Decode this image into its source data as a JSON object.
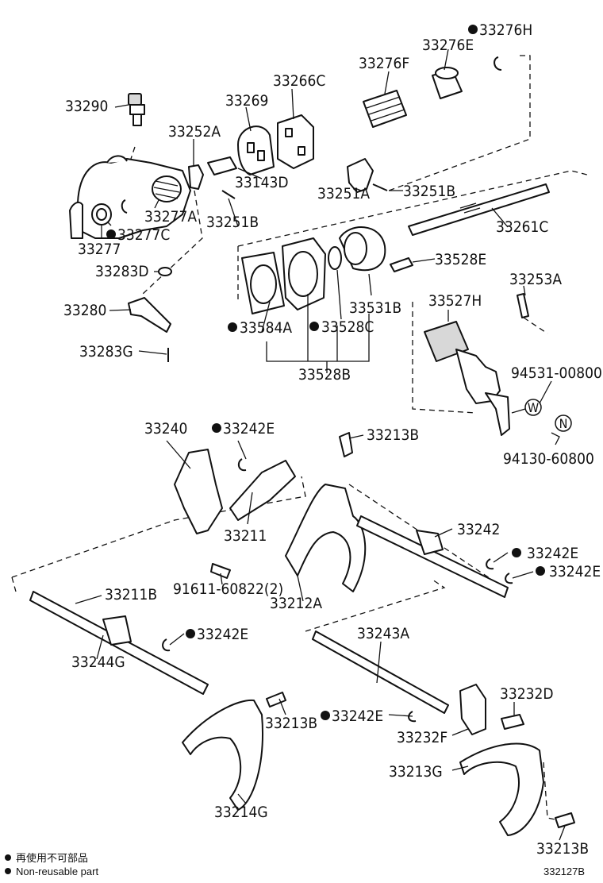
{
  "labels": {
    "p33276H": "33276H",
    "p33276E": "33276E",
    "p33276F": "33276F",
    "p33266C": "33266C",
    "p33269": "33269",
    "p33290": "33290",
    "p33252A": "33252A",
    "p33143D": "33143D",
    "p33251A": "33251A",
    "p33251B_top": "33251B",
    "p33277A": "33277A",
    "p33277C": "33277C",
    "p33251B_mid": "33251B",
    "p33261C": "33261C",
    "p33277": "33277",
    "p33283D": "33283D",
    "p33528E": "33528E",
    "p33253A": "33253A",
    "p33280": "33280",
    "p33531B": "33531B",
    "p33527H": "33527H",
    "p33584A": "33584A",
    "p33528C": "33528C",
    "p33283G": "33283G",
    "p33528B": "33528B",
    "p94531": "94531-00800",
    "p94130": "94130-60800",
    "p33240": "33240",
    "p33242E_1": "33242E",
    "p33213B_1": "33213B",
    "p33211": "33211",
    "p33242": "33242",
    "p33242E_2": "33242E",
    "p33242E_3": "33242E",
    "p91611": "91611-60822(2)",
    "p33212A": "33212A",
    "p33211B": "33211B",
    "p33242E_4": "33242E",
    "p33244G": "33244G",
    "p33243A": "33243A",
    "p33232D": "33232D",
    "p33213B_2": "33213B",
    "p33242E_5": "33242E",
    "p33232F": "33232F",
    "p33213G": "33213G",
    "p33214G": "33214G",
    "p33213B_3": "33213B"
  },
  "callouts": {
    "w": "W",
    "n": "N"
  },
  "legend": {
    "line1": "再使用不可部品",
    "line2": "Non-reusable part"
  },
  "diagram_code": "332127B"
}
